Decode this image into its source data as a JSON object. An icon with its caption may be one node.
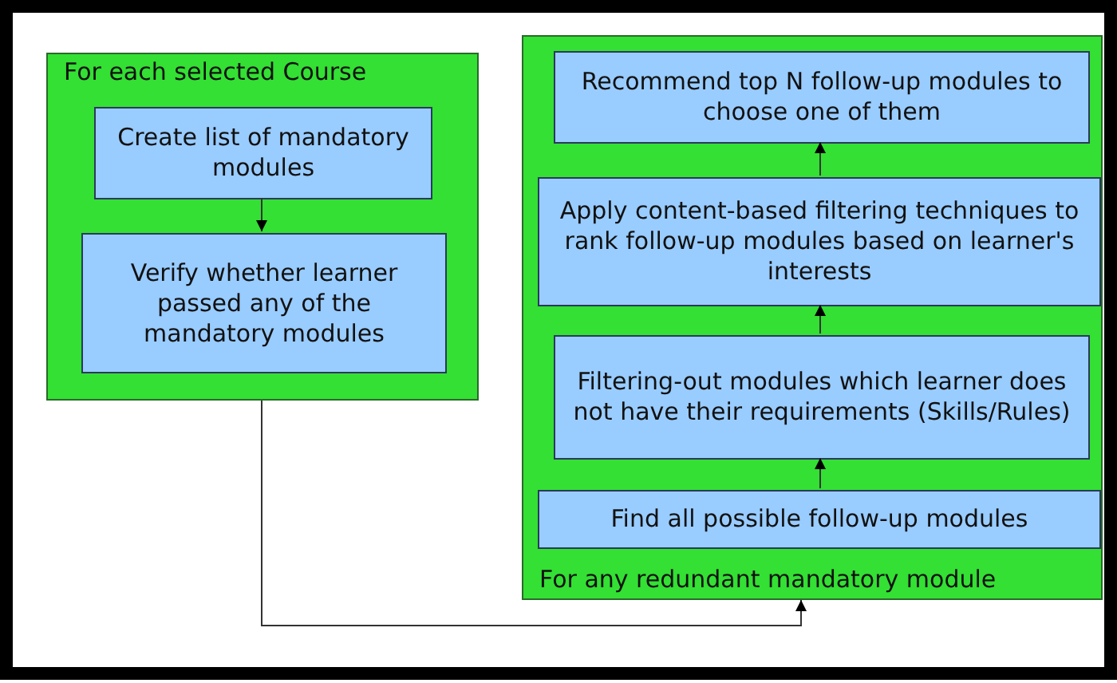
{
  "diagram": {
    "nodes": [
      {
        "text": [
          "For each  selected Course"
        ]
      },
      {
        "text": [
          "Create list of mandatory modules"
        ],
        "in": 0
      },
      {
        "text": [
          "Verify whether learner passed any of the mandatory modules"
        ],
        "in": 0
      },
      {
        "text": [
          "For any redundant mandatory module"
        ]
      },
      {
        "text": [
          "Recommend top N follow-up modules to choose one of them"
        ],
        "in": 3
      },
      {
        "text": [
          "Apply content-based filtering techniques to rank follow-up modules based on learner's interests"
        ],
        "in": 3
      },
      {
        "text": [
          "Filtering-out modules which learner does not have their requirements (Skills/Rules)"
        ],
        "in": 3
      },
      {
        "text": [
          "Find all possible follow-up modules"
        ],
        "in": 3
      }
    ],
    "edges": [
      {
        "from": 1,
        "to": 2,
        "arrow": "to"
      },
      {
        "from": 0,
        "to": 3,
        "arrow": "to"
      },
      {
        "from": 7,
        "to": 6,
        "arrow": "to"
      },
      {
        "from": 6,
        "to": 5,
        "arrow": "to"
      },
      {
        "from": 5,
        "to": 4,
        "arrow": "to"
      }
    ]
  }
}
